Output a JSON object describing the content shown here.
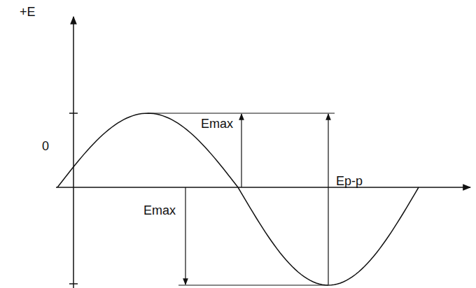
{
  "diagram": {
    "labels": [
      "+E",
      "0",
      "Emax",
      "Ep-p",
      "Emax"
    ]
  }
}
